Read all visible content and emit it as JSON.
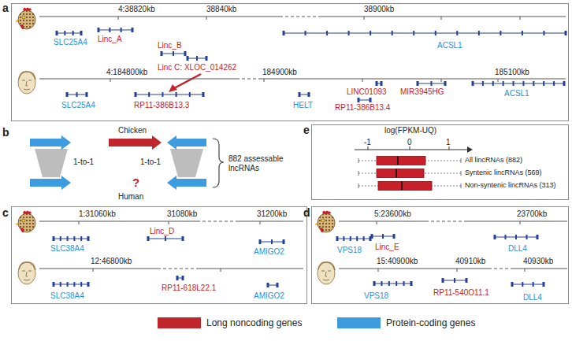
{
  "diagram": {
    "nodes": [
      {
        "text": [
          "a",
          "4:38820kb",
          "38840kb",
          "38900kb",
          "SLC25A4",
          "Linc_A",
          "Linc_B",
          "Linc C: XLOC_014262",
          "ACSL1",
          "4:184800kb",
          "184900kb",
          "185100kb",
          "SLC25A4",
          "RP11-386B13.3",
          "HELT",
          "RP11-386B13.4",
          "LINC01093",
          "MIR3945HG",
          "ACSL1"
        ]
      },
      {
        "text": [
          "e",
          "log(FPKM-UQ)",
          "-1",
          "0",
          "1",
          "All lincRNAs (882)",
          "Syntenic lincRNAs (569)",
          "Non-syntenic lincRNAs (313)"
        ]
      },
      {
        "text": [
          "c",
          "1:31060kb",
          "31080kb",
          "31200kb",
          "SLC38A4",
          "Linc_D",
          "AMIGO2",
          "12:46800kb",
          "SLC38A4",
          "RP11-618L22.1",
          "AMIGO2"
        ]
      },
      {
        "text": [
          "d",
          "5:23600kb",
          "23700kb",
          "VPS18",
          "Linc_E",
          "DLL4",
          "15:40900kb",
          "40910kb",
          "40930kb",
          "VPS18",
          "RP11-540O11.1",
          "DLL4"
        ]
      }
    ],
    "labels": [
      "b",
      "Chicken",
      "1-to-1",
      "1-to-1",
      "882 assessable lncRNAs",
      "Human",
      "?"
    ],
    "legend": [
      {
        "text": "Long noncoding genes",
        "color": "#c0262c"
      },
      {
        "text": "Protein-coding genes",
        "color": "#3d9be0"
      }
    ]
  }
}
